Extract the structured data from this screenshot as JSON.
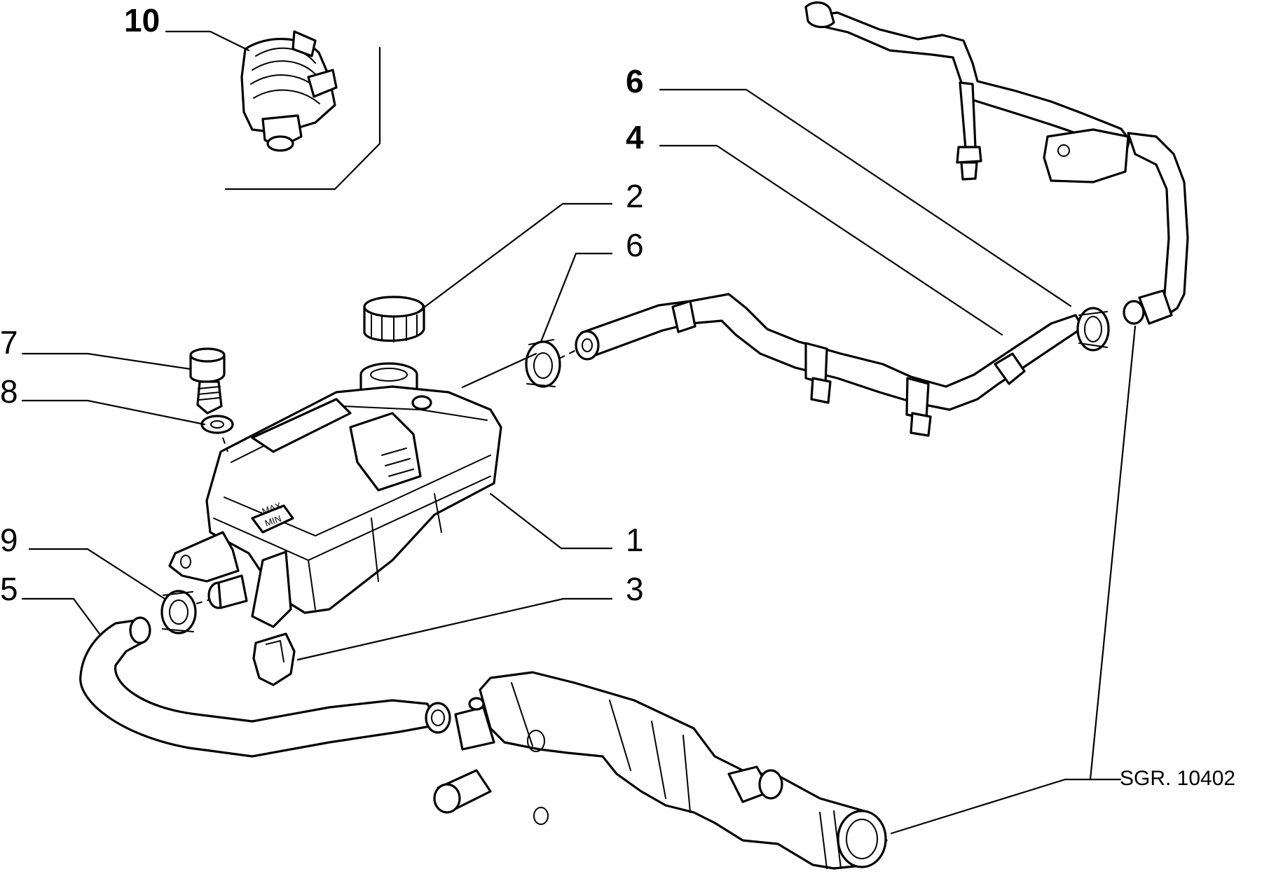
{
  "callouts": {
    "c10": "10",
    "c6_top": "6",
    "c4": "4",
    "c2": "2",
    "c6_mid": "6",
    "c7": "7",
    "c8": "8",
    "c1": "1",
    "c9": "9",
    "c5": "5",
    "c3": "3"
  },
  "reference_code": "SGR. 10402"
}
